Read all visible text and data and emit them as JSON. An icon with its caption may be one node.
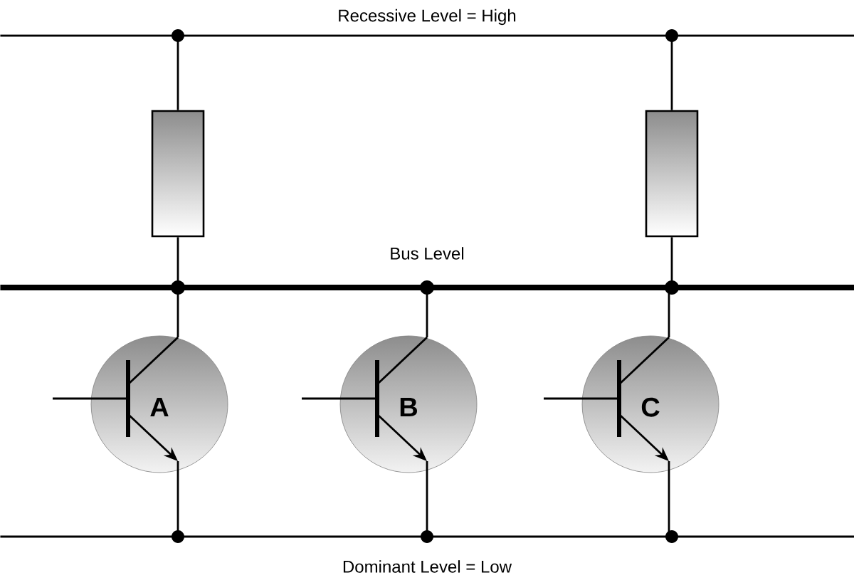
{
  "diagram": {
    "nodes": [
      {
        "text": [
          "Recessive Level = High"
        ]
      },
      {
        "text": [
          "Bus Level"
        ]
      },
      {
        "text": [
          "Dominant Level = Low"
        ]
      },
      {
        "text": [
          "A"
        ]
      },
      {
        "text": [
          "B"
        ]
      },
      {
        "text": [
          "C"
        ]
      },
      {
        "text": [],
        "shape": "box"
      },
      {
        "text": [],
        "shape": "box"
      }
    ],
    "edges": [
      {
        "from": 0,
        "to": 6,
        "arrow": "none"
      },
      {
        "from": 6,
        "to": 1,
        "arrow": "none"
      },
      {
        "from": 0,
        "to": 7,
        "arrow": "none"
      },
      {
        "from": 7,
        "to": 1,
        "arrow": "none"
      },
      {
        "from": 3,
        "to": 1,
        "arrow": "none"
      },
      {
        "from": 4,
        "to": 1,
        "arrow": "none"
      },
      {
        "from": 5,
        "to": 1,
        "arrow": "none"
      },
      {
        "from": 3,
        "to": 2,
        "arrow": "none"
      },
      {
        "from": 4,
        "to": 2,
        "arrow": "none"
      },
      {
        "from": 5,
        "to": 2,
        "arrow": "none"
      }
    ]
  }
}
